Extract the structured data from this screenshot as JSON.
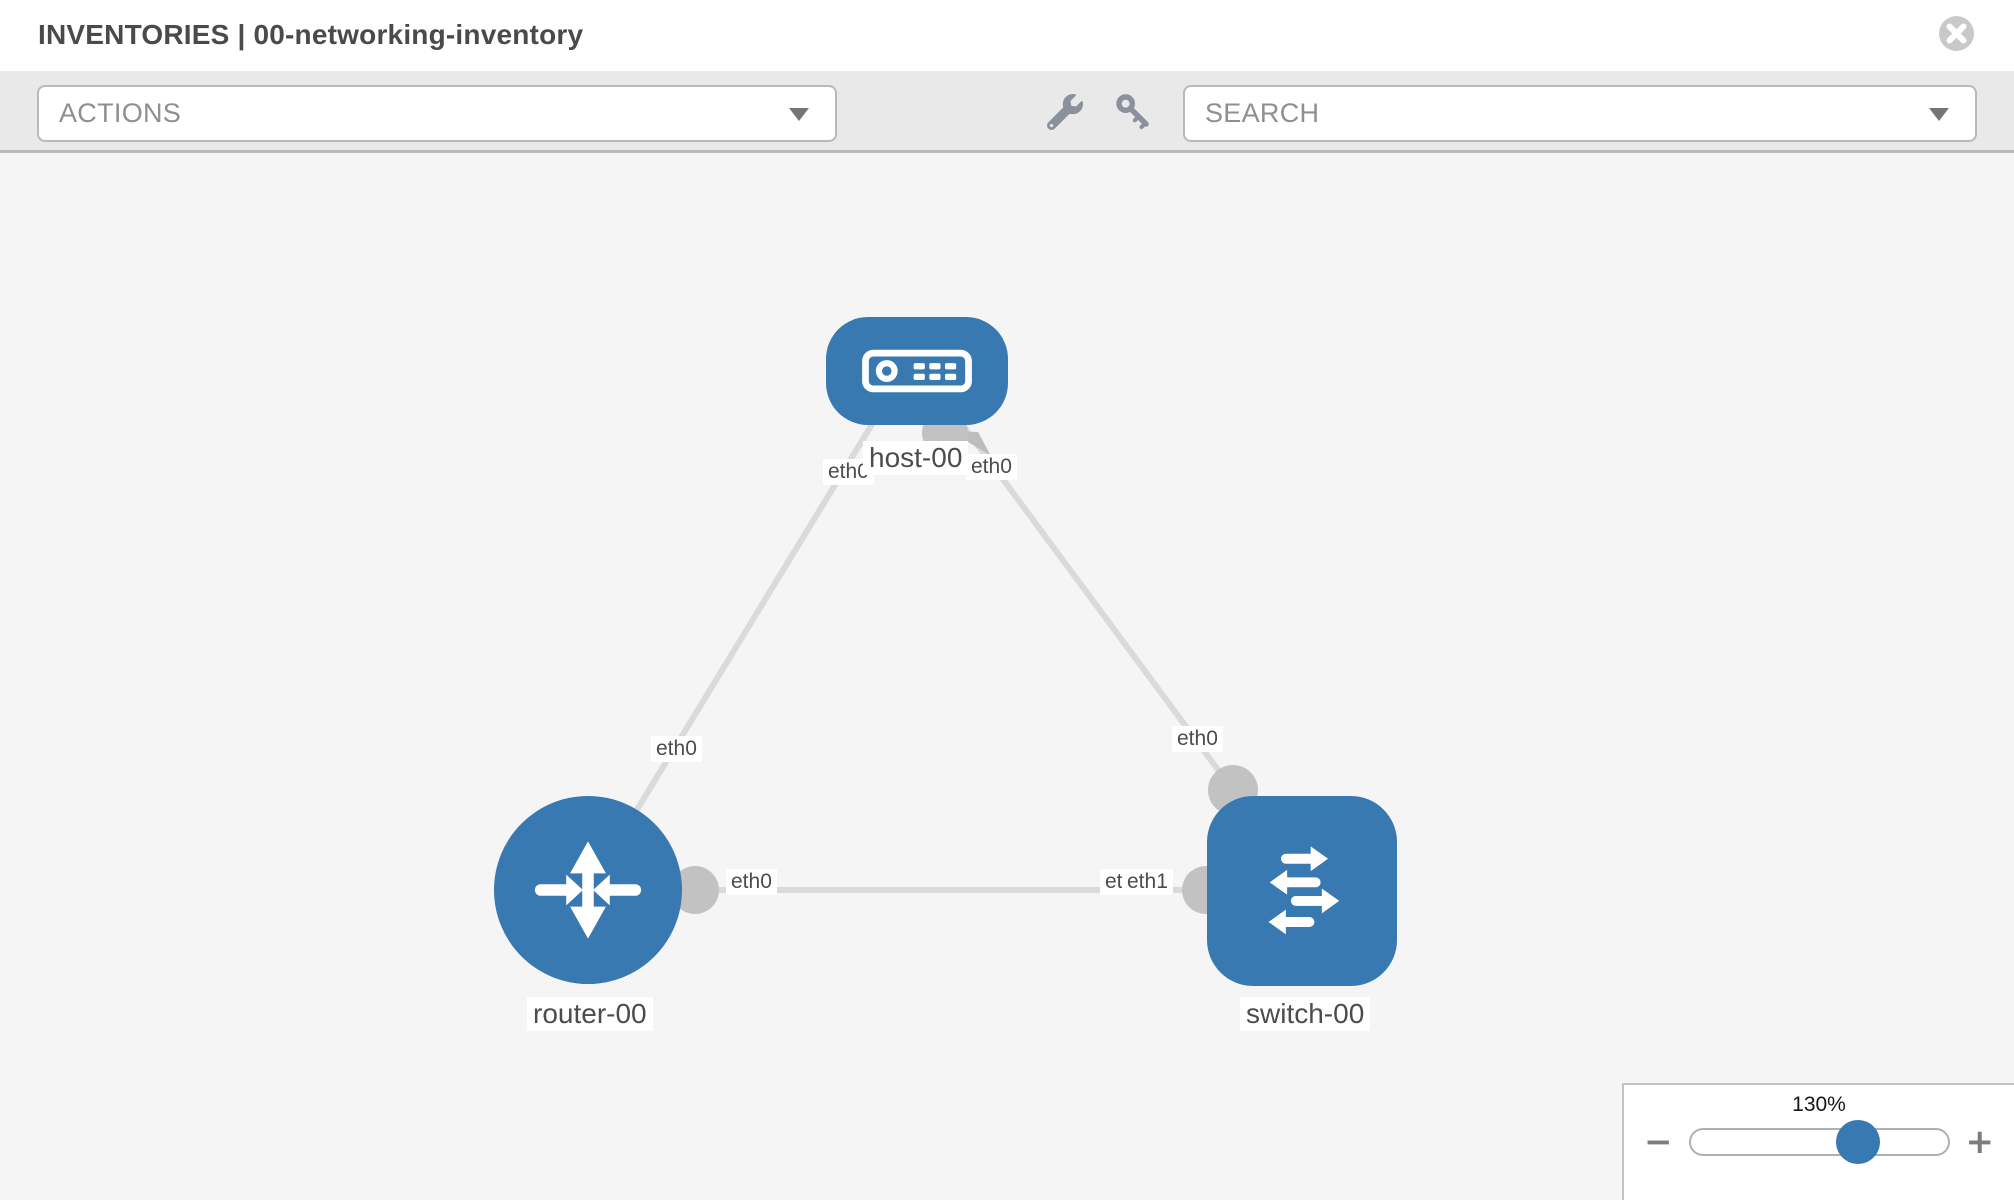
{
  "header": {
    "title": "INVENTORIES | 00-networking-inventory"
  },
  "toolbar": {
    "actions_label": "ACTIONS",
    "search_placeholder": "SEARCH",
    "icons": [
      "wrench-icon",
      "key-icon"
    ]
  },
  "topology": {
    "nodes": [
      {
        "label": "host-00",
        "type": "host"
      },
      {
        "label": "router-00",
        "type": "router"
      },
      {
        "label": "switch-00",
        "type": "switch"
      }
    ],
    "links": [
      {
        "source": "host-00",
        "source_interface": "eth0",
        "target": "router-00",
        "target_interface": "eth0"
      },
      {
        "source": "host-00",
        "source_interface": "eth0",
        "target": "switch-00",
        "target_interface": "eth0"
      },
      {
        "source": "router-00",
        "source_interface": "eth0",
        "target": "switch-00",
        "target_interface": "eth1"
      }
    ],
    "switch_left_overlap_label": "eth0"
  },
  "zoom_control": {
    "level": "130%",
    "percent": 65,
    "minus_glyph": "−",
    "plus_glyph": "+"
  },
  "colors": {
    "node_blue": "#3879b2",
    "link_gray": "#dadada",
    "interface_dot": "#c2c2c2",
    "canvas_bg": "#f5f5f5",
    "toolbar_bg": "#e9e9e9",
    "icon_gray": "#8b919c"
  }
}
